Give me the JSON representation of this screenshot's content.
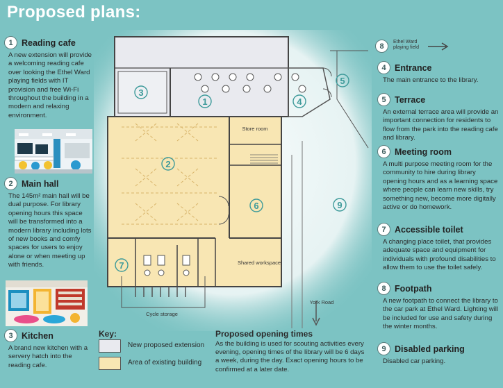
{
  "page": {
    "title": "Proposed plans:"
  },
  "left_sections": [
    {
      "number": "1",
      "name": "Reading cafe",
      "text": "A new extension will provide a welcoming reading cafe over looking the Ethel Ward playing fields with IT provision and free Wi-Fi throughout the building in a modern and relaxing environment."
    },
    {
      "number": "2",
      "name": "Main hall",
      "text": "The 145m² main hall will be dual purpose. For library opening hours this space will be transformed into a modern library including lots of new books and comfy spaces for users to enjoy alone or when meeting up with friends."
    },
    {
      "number": "3",
      "name": "Kitchen",
      "text": "A brand new kitchen with a servery hatch into the reading cafe."
    }
  ],
  "right_sections": [
    {
      "number": "4",
      "name": "Entrance",
      "text": "The main entrance to the library."
    },
    {
      "number": "5",
      "name": "Terrace",
      "text": "An external terrace area will provide an important connection for residents to flow from the park into the reading cafe and library."
    },
    {
      "number": "6",
      "name": "Meeting room",
      "text": "A multi purpose meeting room for the community to hire during library opening hours and as a learning space where people can learn new skills, try something new, become more digitally active or do homework."
    },
    {
      "number": "7",
      "name": "Accessible toilet",
      "text": "A changing place toilet, that provides adequate space and equipment for individuals with profound disabilities to allow them to use the toilet safely."
    },
    {
      "number": "8",
      "name": "Footpath",
      "text": "A new footpath to connect the library to the car park at Ethel Ward. Lighting will be included for use and safety during the winter months."
    },
    {
      "number": "9",
      "name": "Disabled parking",
      "text": "Disabled car parking."
    }
  ],
  "plan": {
    "labels": {
      "n1": "1",
      "n2": "2",
      "n3": "3",
      "n4": "4",
      "n5": "5",
      "n6": "6",
      "n7": "7",
      "n8": "8",
      "n9": "9",
      "store": "Store room",
      "shared": "Shared workspace",
      "cycle": "Cycle storage",
      "york": "York Road",
      "ethel": "Ethel Ward playing field"
    }
  },
  "key": {
    "title": "Key:",
    "items": [
      {
        "label": "New proposed extension",
        "color": "#e9eaef"
      },
      {
        "label": "Area of existing building",
        "color": "#f8e6b3"
      }
    ]
  },
  "hours": {
    "title": "Proposed opening times",
    "text": "As the building is used for scouting activities every evening, opening times of the library will be 6 days a week, during the day. Exact opening hours to be confirmed at a later date."
  }
}
